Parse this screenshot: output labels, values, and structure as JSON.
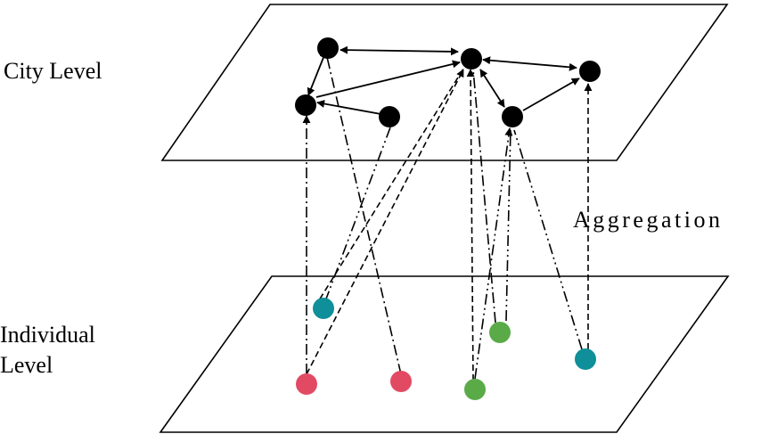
{
  "labels": {
    "city_level": "City Level",
    "individual_level_line1": "Individual",
    "individual_level_line2": "Level",
    "aggregation": "Aggregation"
  },
  "colors": {
    "city_node": "#000000",
    "individual_teal": "#0e8f99",
    "individual_red": "#e24a64",
    "individual_green": "#5aab48"
  }
}
